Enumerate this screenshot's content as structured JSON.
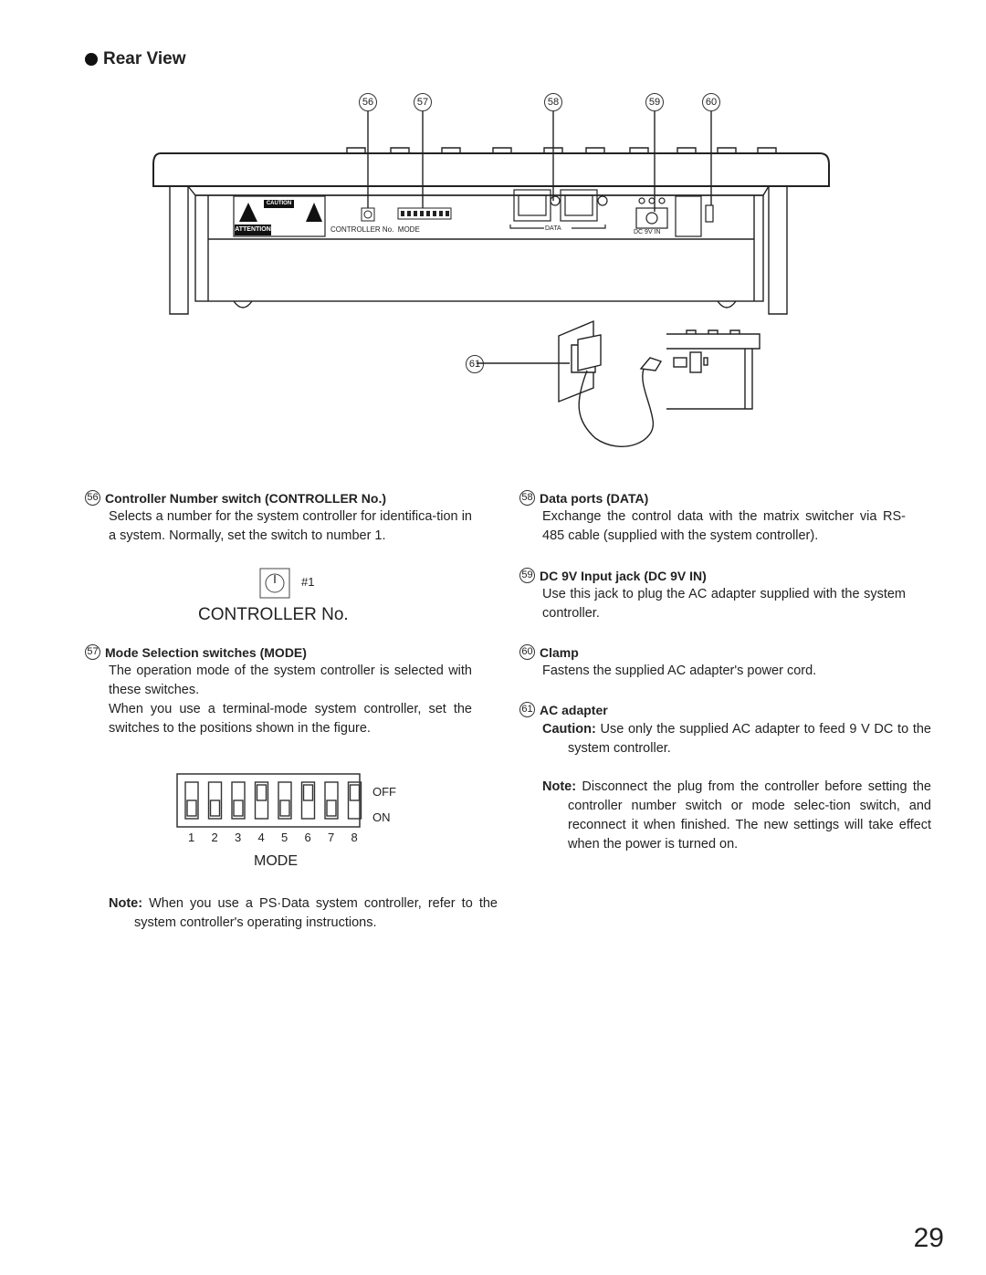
{
  "title": "Rear View",
  "callouts": {
    "c56": "56",
    "c57": "57",
    "c58": "58",
    "c59": "59",
    "c60": "60",
    "c61": "61"
  },
  "panel_labels": {
    "caution": "CAUTION",
    "attention": "ATTENTION",
    "controller_mode": "CONTROLLER No.  MODE",
    "data": "DATA",
    "dc_in": "DC 9V IN"
  },
  "items": {
    "i56": {
      "num": "56",
      "head": "Controller Number switch (CONTROLLER No.)",
      "body": "Selects a number for the system controller for identifica-tion in a system. Normally, set the switch to number 1."
    },
    "i57": {
      "num": "57",
      "head": "Mode Selection switches (MODE)",
      "body1": "The operation mode of the system controller is selected with these switches.",
      "body2": "When you use a terminal-mode system controller, set the switches to the positions shown in the figure."
    },
    "i58": {
      "num": "58",
      "head": "Data ports (DATA)",
      "body": "Exchange the control data with the matrix switcher via RS-485 cable (supplied with the system controller)."
    },
    "i59": {
      "num": "59",
      "head": "DC 9V Input jack (DC 9V IN)",
      "body": "Use this jack to plug the AC adapter supplied with the system controller."
    },
    "i60": {
      "num": "60",
      "head": "Clamp",
      "body": "Fastens the supplied AC adapter's power cord."
    },
    "i61": {
      "num": "61",
      "head": "AC adapter",
      "caution_label": "Caution:",
      "caution_text": " Use only the supplied AC adapter to feed 9 V DC to the system controller.",
      "note_label": "Note:",
      "note_text": " Disconnect the plug from the controller before setting the controller number switch or mode selec-tion switch, and reconnect it when finished. The new settings will take effect when the power is turned on."
    }
  },
  "controller_fig": {
    "marker": "#1",
    "label": "CONTROLLER No."
  },
  "mode_fig": {
    "off": "OFF",
    "on": "ON",
    "numbers": [
      "1",
      "2",
      "3",
      "4",
      "5",
      "6",
      "7",
      "8"
    ],
    "switch_states": [
      "on",
      "on",
      "on",
      "off",
      "on",
      "off",
      "on",
      "off"
    ],
    "label": "MODE"
  },
  "note_left": {
    "label": "Note:",
    "text": " When you use a PS·Data system controller, refer to the system controller's operating instructions."
  },
  "page_number": "29"
}
